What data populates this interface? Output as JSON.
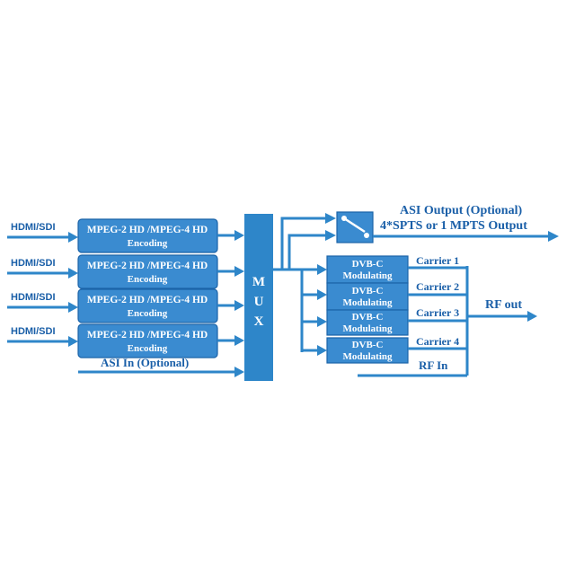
{
  "colors": {
    "accent": "#2e86c9",
    "box": "#3a8bd0",
    "text": "#1a5fa8"
  },
  "inputs": [
    "HDMI/SDI",
    "HDMI/SDI",
    "HDMI/SDI",
    "HDMI/SDI"
  ],
  "encoders": [
    {
      "line1": "MPEG-2 HD /MPEG-4 HD",
      "line2": "Encoding"
    },
    {
      "line1": "MPEG-2 HD /MPEG-4 HD",
      "line2": "Encoding"
    },
    {
      "line1": "MPEG-2 HD /MPEG-4 HD",
      "line2": "Encoding"
    },
    {
      "line1": "MPEG-2 HD /MPEG-4 HD",
      "line2": "Encoding"
    }
  ],
  "asi_in": "ASI In (Optional)",
  "mux_letters": [
    "M",
    "U",
    "X"
  ],
  "asi_output": {
    "line1": "ASI Output (Optional)",
    "line2": "4*SPTS or 1 MPTS  Output"
  },
  "modulators": [
    {
      "line1": "DVB-C",
      "line2": "Modulating"
    },
    {
      "line1": "DVB-C",
      "line2": "Modulating"
    },
    {
      "line1": "DVB-C",
      "line2": "Modulating"
    },
    {
      "line1": "DVB-C",
      "line2": "Modulating"
    }
  ],
  "carriers": [
    "Carrier 1",
    "Carrier 2",
    "Carrier 3",
    "Carrier 4"
  ],
  "rf_out": "RF out",
  "rf_in": "RF In",
  "icons": {
    "switch": "switch-icon"
  }
}
